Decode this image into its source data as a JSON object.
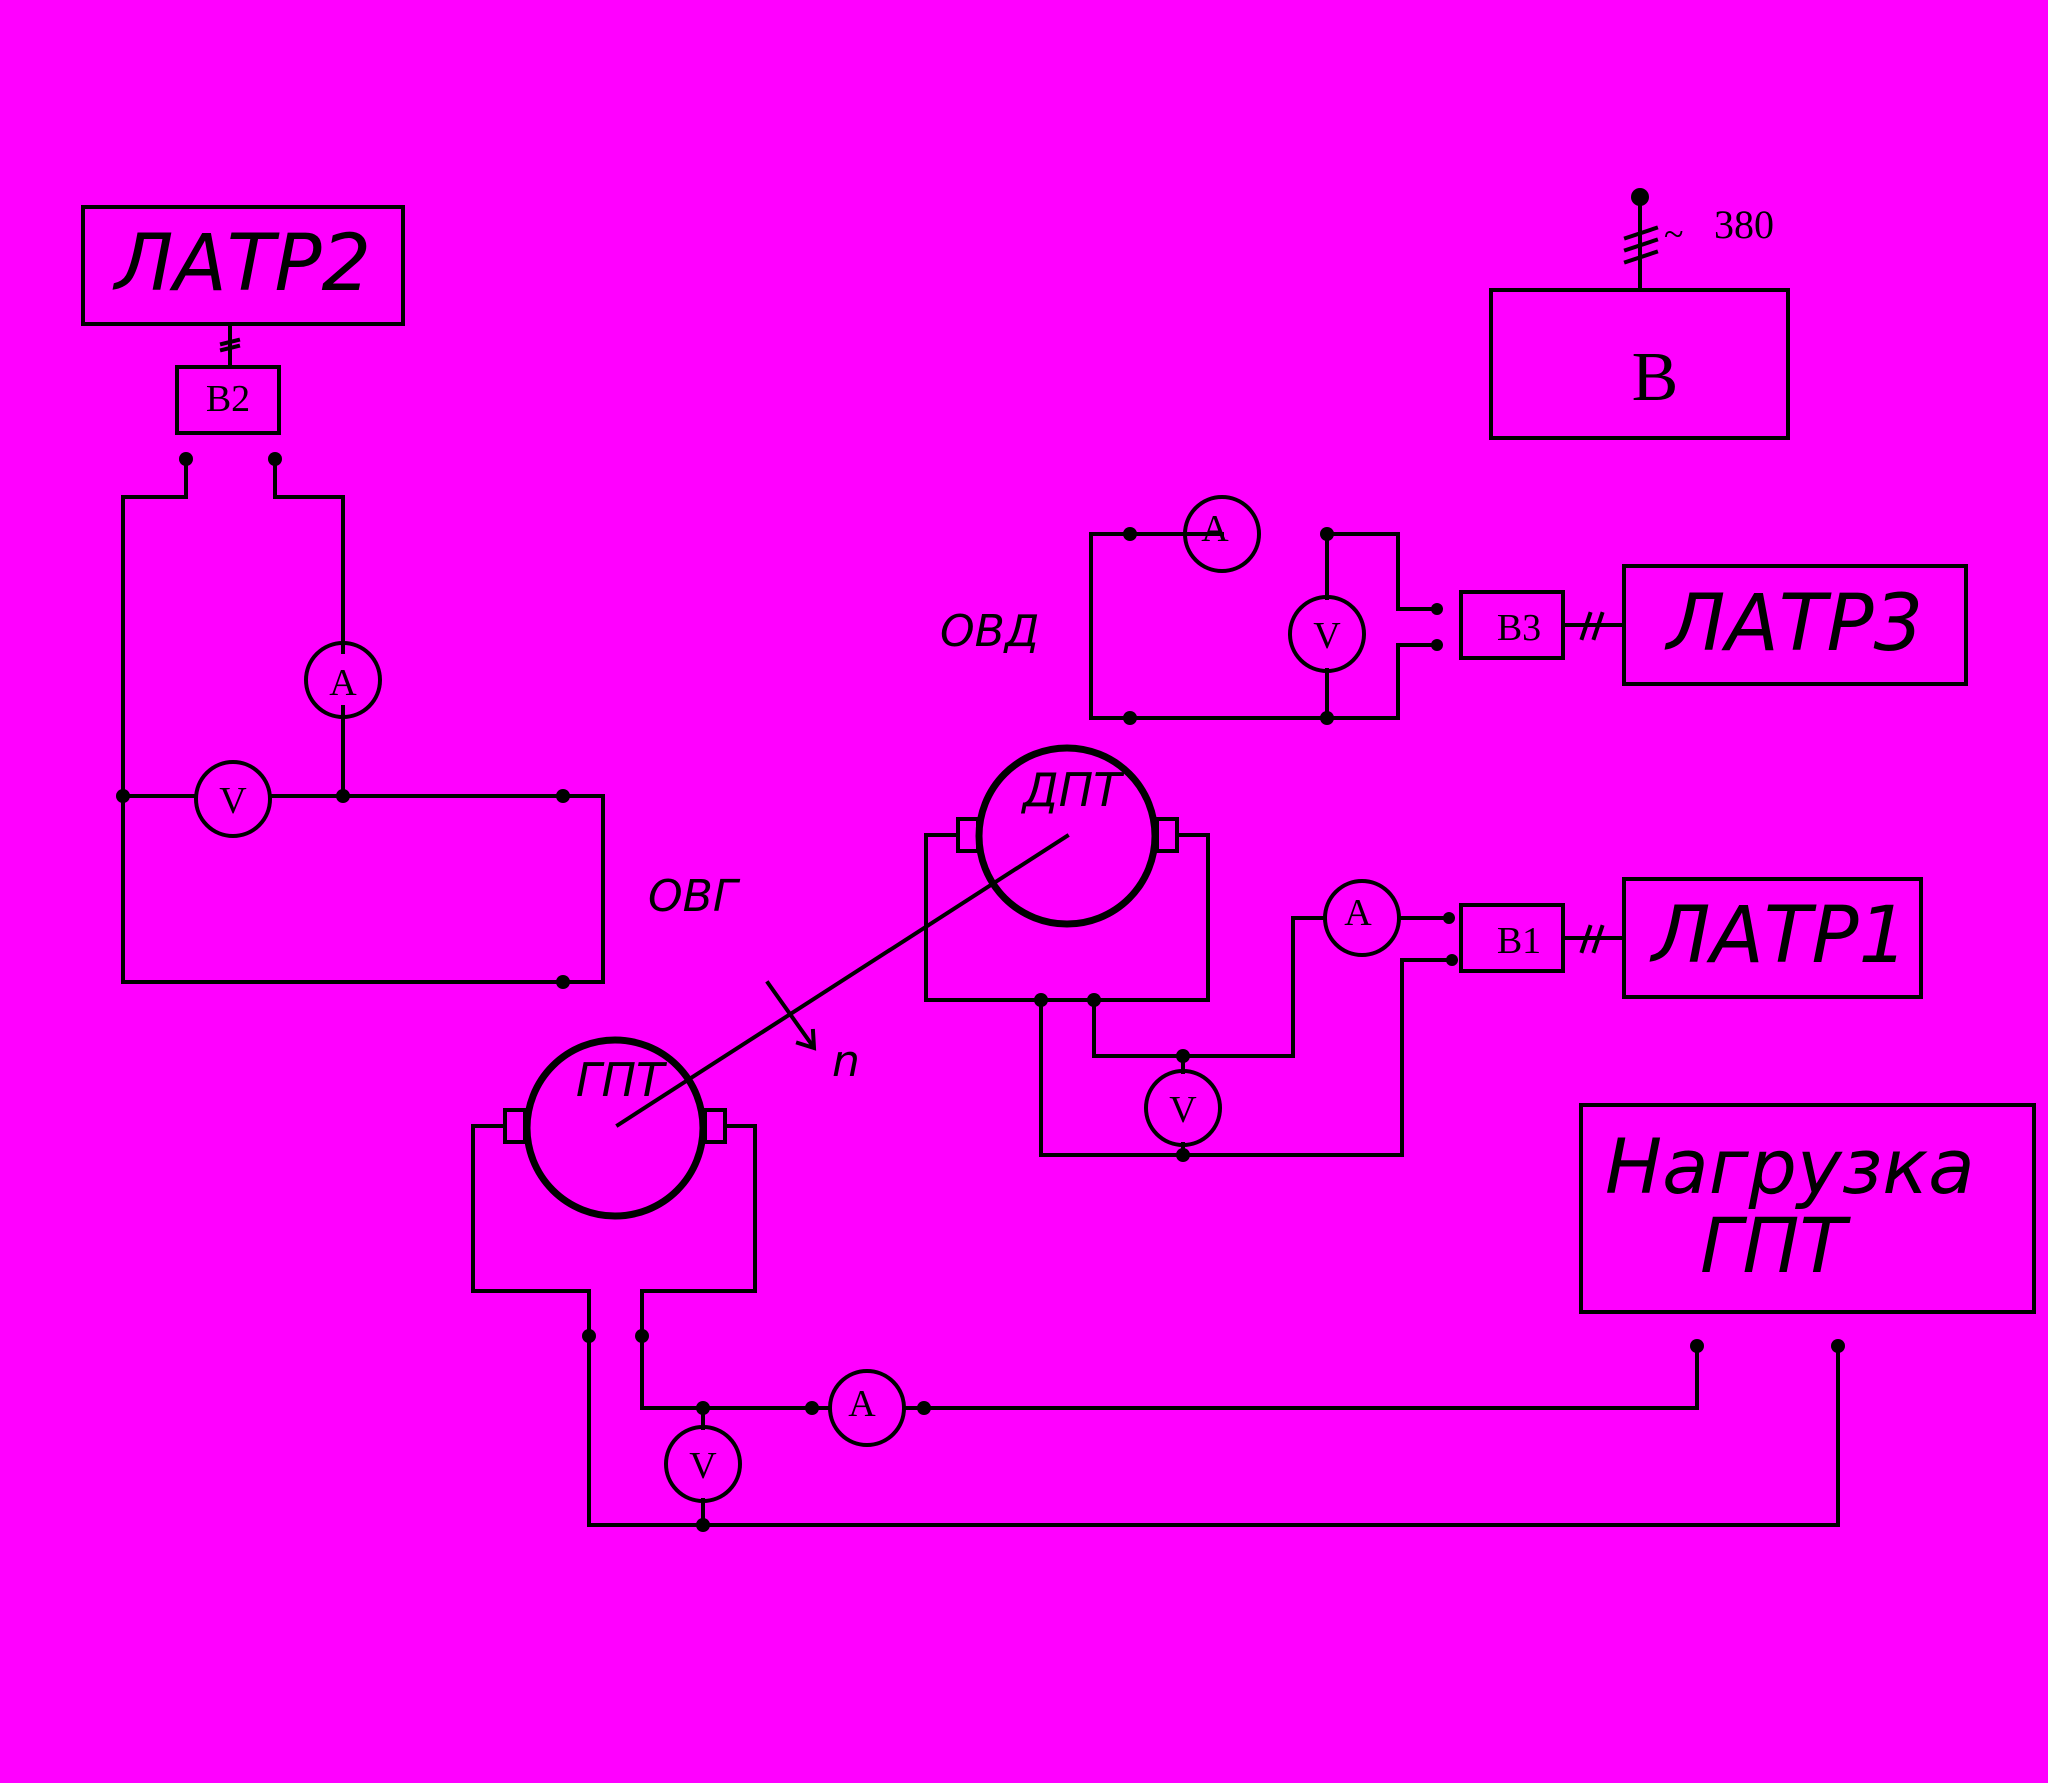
{
  "blocks": {
    "latr2": "ЛАТР2",
    "latr3": "ЛАТР3",
    "latr1": "ЛАТР1",
    "v": "В",
    "load_line1": "Нагрузка",
    "load_line2": "ГПТ"
  },
  "switches": {
    "b1": "В1",
    "b2": "В2",
    "b3": "В3"
  },
  "supply": {
    "symbol": "~",
    "voltage": "380"
  },
  "meters": {
    "ammeter": "А",
    "voltmeter": "V"
  },
  "machines": {
    "motor": "ДПТ",
    "generator": "ГПТ"
  },
  "windings": {
    "motor_field": "ОВД",
    "generator_field": "ОВГ"
  },
  "shaft": {
    "speed": "n"
  },
  "colors": {
    "background": "#ff00ff",
    "ink": "#000000"
  }
}
